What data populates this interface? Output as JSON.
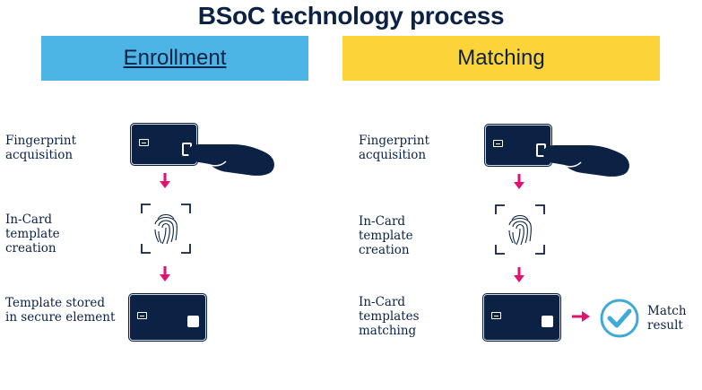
{
  "title": "BSoC technology process",
  "enrollment": {
    "header": "Enrollment",
    "steps": [
      "Fingerprint\nacquisition",
      "In-Card\ntemplate\ncreation",
      "Template stored\nin secure element"
    ]
  },
  "matching": {
    "header": "Matching",
    "steps": [
      "Fingerprint\nacquisition",
      "In-Card\ntemplate\ncreation",
      "In-Card\ntemplates\nmatching"
    ],
    "result": "Match\nresult"
  },
  "colors": {
    "enrollment_header": "#4cb5e6",
    "matching_header": "#fdd33a",
    "card": "#0b2245",
    "arrow": "#e0126f",
    "check": "#3fa9d8"
  },
  "icons": [
    "smart-card-icon",
    "finger-icon",
    "fingerprint-icon",
    "down-arrow-icon",
    "right-arrow-icon",
    "checkmark-icon"
  ]
}
